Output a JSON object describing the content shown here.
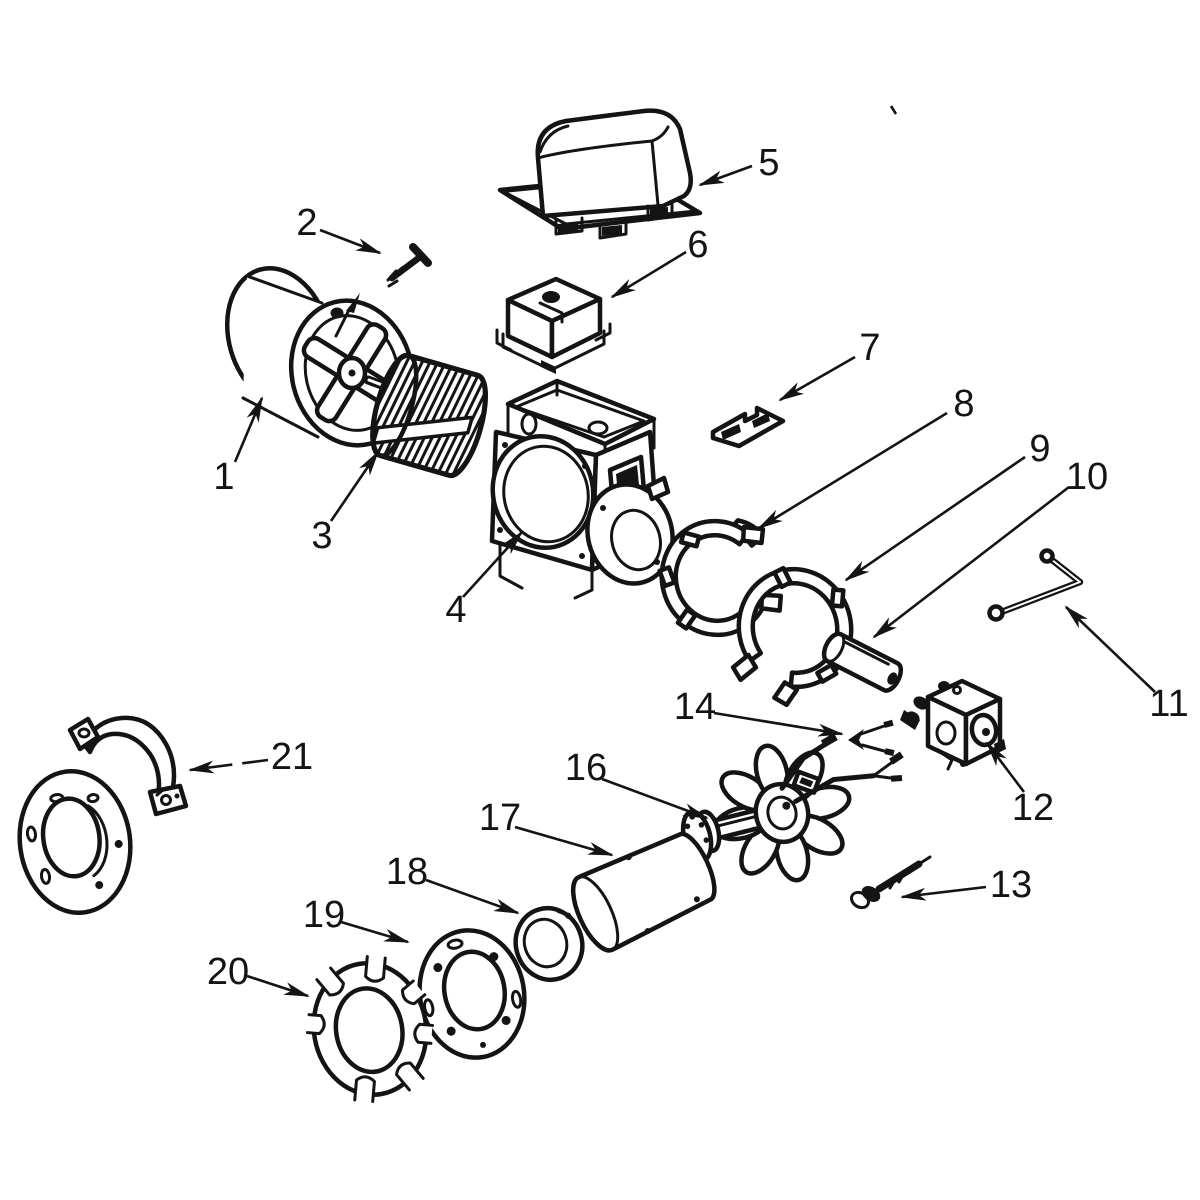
{
  "diagram": {
    "kind": "exploded-parts-diagram",
    "background_color": "#ffffff",
    "line_color": "#141414"
  },
  "parts": [
    {
      "number": "1"
    },
    {
      "number": "2"
    },
    {
      "number": "3"
    },
    {
      "number": "4"
    },
    {
      "number": "5"
    },
    {
      "number": "6"
    },
    {
      "number": "7"
    },
    {
      "number": "8"
    },
    {
      "number": "9"
    },
    {
      "number": "10"
    },
    {
      "number": "11"
    },
    {
      "number": "12"
    },
    {
      "number": "13"
    },
    {
      "number": "14"
    },
    {
      "number": "16"
    },
    {
      "number": "17"
    },
    {
      "number": "18"
    },
    {
      "number": "19"
    },
    {
      "number": "20"
    },
    {
      "number": "21"
    }
  ]
}
